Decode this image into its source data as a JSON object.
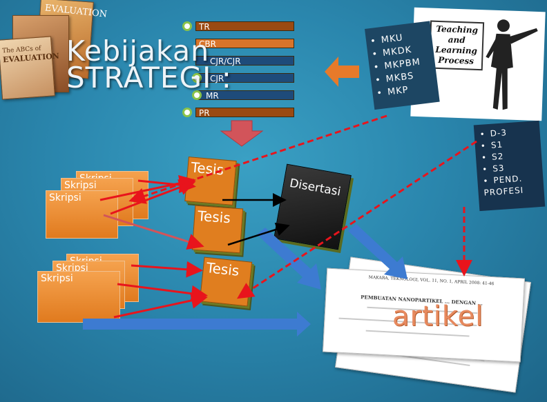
{
  "title": {
    "line1": "Kebijakan",
    "line2": "STRATEGI :"
  },
  "books": [
    {
      "name": "book-evaluation",
      "text": "EVALUATION"
    },
    {
      "name": "book-abcs",
      "text": "The ABCs of",
      "bold": "EVALUATION"
    }
  ],
  "labels": [
    {
      "text": "TR",
      "color": "#9a4a12"
    },
    {
      "text": "CBR",
      "color": "#d8742a"
    },
    {
      "text": "CJR/CJR",
      "color": "#1e4b7a"
    },
    {
      "text": "CJR",
      "color": "#1e4b7a"
    },
    {
      "text": "MR",
      "color": "#1e4b7a"
    },
    {
      "text": "PR",
      "color": "#9a4a12"
    }
  ],
  "skills_list": [
    "MKU",
    "MKDK",
    "MKPBM",
    "MKBS",
    "MKP"
  ],
  "teaching_card": {
    "line1": "Teaching",
    "line2": "and",
    "line3": "Learning",
    "line4": "Process"
  },
  "levels_list": [
    "D-3",
    "S1",
    "S2",
    "S3",
    "PEND. PROFESI"
  ],
  "skripsi_label": "Skripsi",
  "tesis_label": "Tesis",
  "disertasi_label": "Disertasi",
  "artikel_label": "artikel",
  "article_header": "MAKARA, TEKNOLOGI, VOL. 11, NO. 1, APRIL 2008: 41-46",
  "article_title": "PEMBUATAN NANOPARTIKEL ... DENGAN ...",
  "colors": {
    "arrow_red": "#e8141c",
    "arrow_blue": "#3d7bd1",
    "arrow_pink": "#d2545a"
  }
}
